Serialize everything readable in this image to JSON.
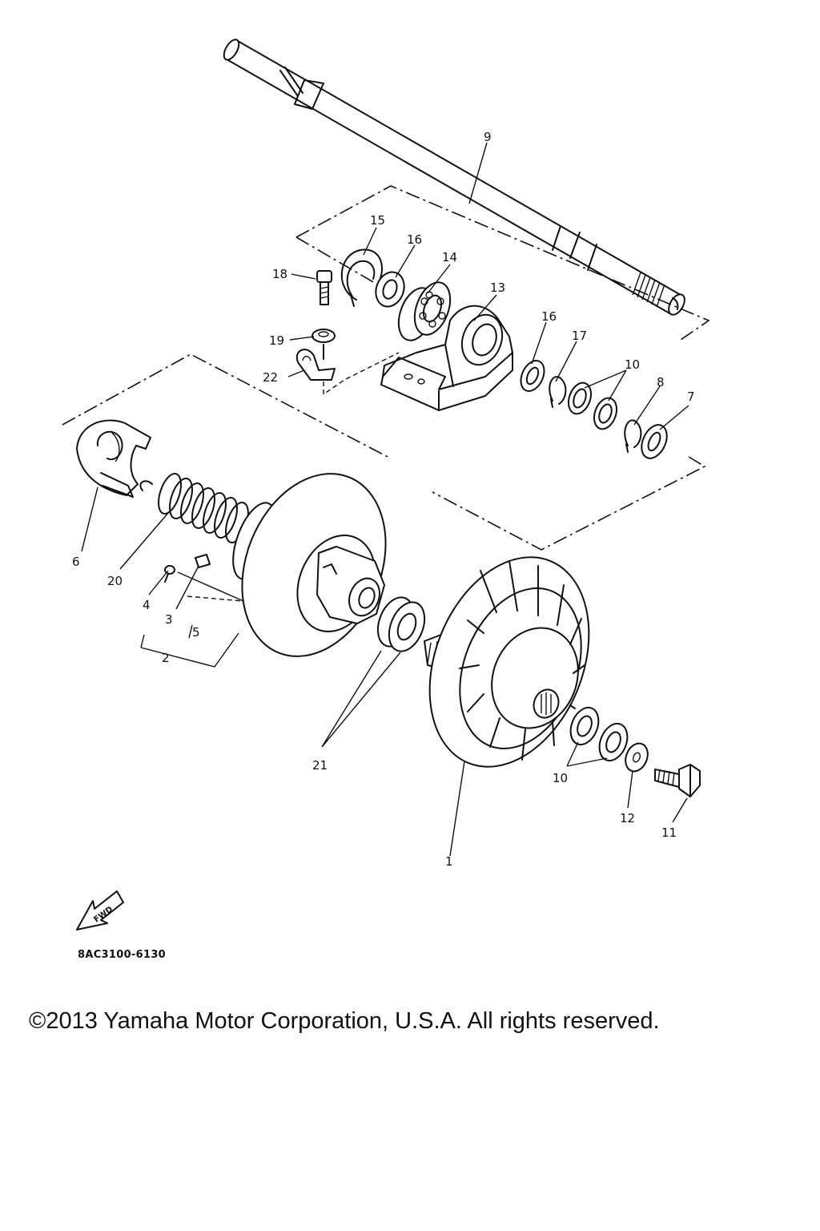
{
  "diagram_code": "8AC3100-6130",
  "copyright": "©2013 Yamaha Motor Corporation, U.S.A. All rights reserved.",
  "fwd_label": "FWD",
  "fwd_icon": "fwd-arrow-icon",
  "callouts": {
    "c1": "1",
    "c2": "2",
    "c3": "3",
    "c4": "4",
    "c5": "5",
    "c6": "6",
    "c7": "7",
    "c8": "8",
    "c9": "9",
    "c10a": "10",
    "c10b": "10",
    "c11": "11",
    "c12": "12",
    "c13": "13",
    "c14": "14",
    "c15": "15",
    "c16a": "16",
    "c16b": "16",
    "c17": "17",
    "c18": "18",
    "c19": "19",
    "c20": "20",
    "c21": "21",
    "c22": "22"
  }
}
